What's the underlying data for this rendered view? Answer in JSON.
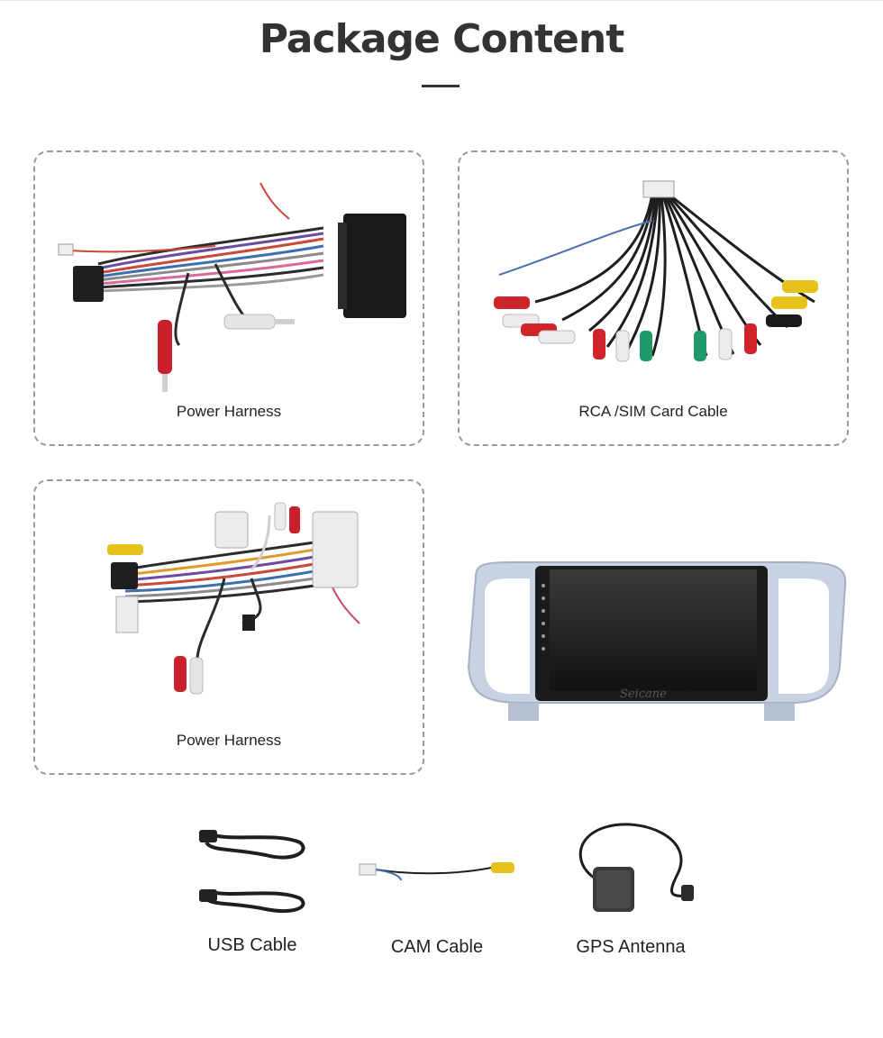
{
  "heading": "Package Content",
  "cards": [
    {
      "label": "Power Harness"
    },
    {
      "label": "RCA /SIM Card Cable"
    },
    {
      "label": "Power Harness"
    }
  ],
  "head_unit": {
    "brand": "Seicane"
  },
  "accessories": [
    {
      "label": "USB Cable"
    },
    {
      "label": "CAM Cable"
    },
    {
      "label": "GPS Antenna"
    }
  ],
  "colors": {
    "heading": "#333333",
    "card_border": "#9a9a9a",
    "bezel": "#c9d2e2"
  }
}
